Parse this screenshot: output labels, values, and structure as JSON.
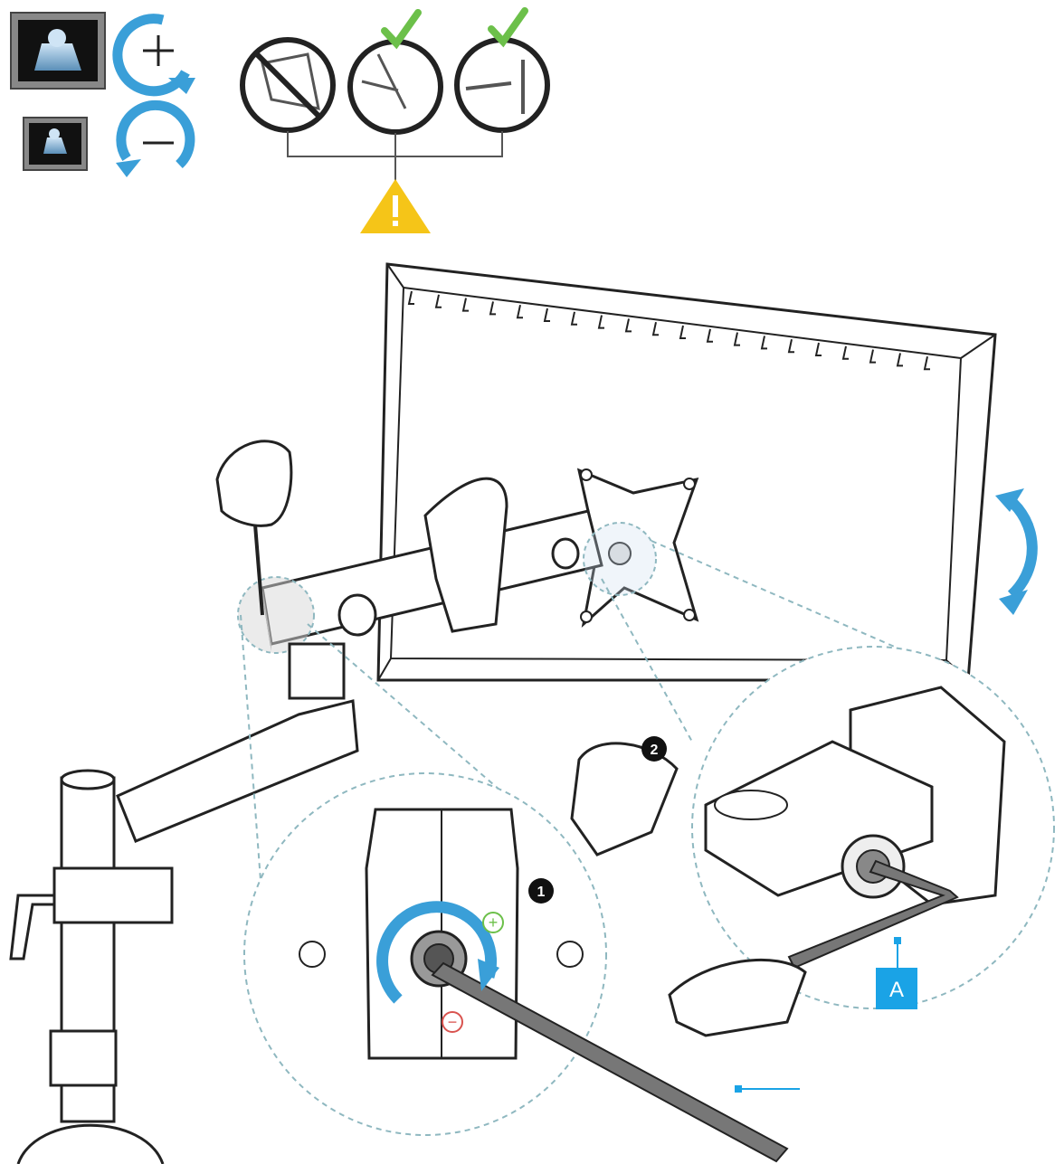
{
  "icons": {
    "increase_tension": "rotate-clockwise-plus-icon",
    "decrease_tension": "rotate-counterclockwise-minus-icon",
    "caution": "warning-triangle-icon",
    "correct": "green-check-icon",
    "incorrect": "prohibited-icon"
  },
  "labels": {
    "step_1": "1",
    "step_2": "2",
    "callout_a": "A",
    "plus": "+",
    "minus": "−"
  },
  "colors": {
    "accent_blue": "#3a9fd8",
    "callout_blue": "#1aa3e6",
    "check_green": "#6cc04a",
    "warning_yellow": "#f5c518",
    "minus_red": "#d9534f",
    "line_dark": "#2a2a2a",
    "dash_teal": "#8fb8c0"
  }
}
